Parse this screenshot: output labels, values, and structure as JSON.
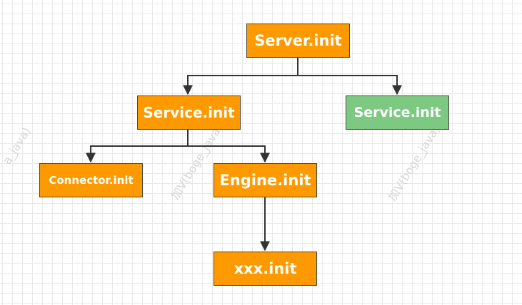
{
  "diagram": {
    "nodes": {
      "server": "Server.init",
      "service_left": "Service.init",
      "service_right": "Service.init",
      "connector": "Connector.init",
      "engine": "Engine.init",
      "xxx": "xxx.init"
    },
    "watermark": "加V(boge_java)",
    "watermark_partial": "a_java)",
    "colors": {
      "orange": "#ff9900",
      "green": "#7ec982",
      "edge": "#333333"
    }
  }
}
